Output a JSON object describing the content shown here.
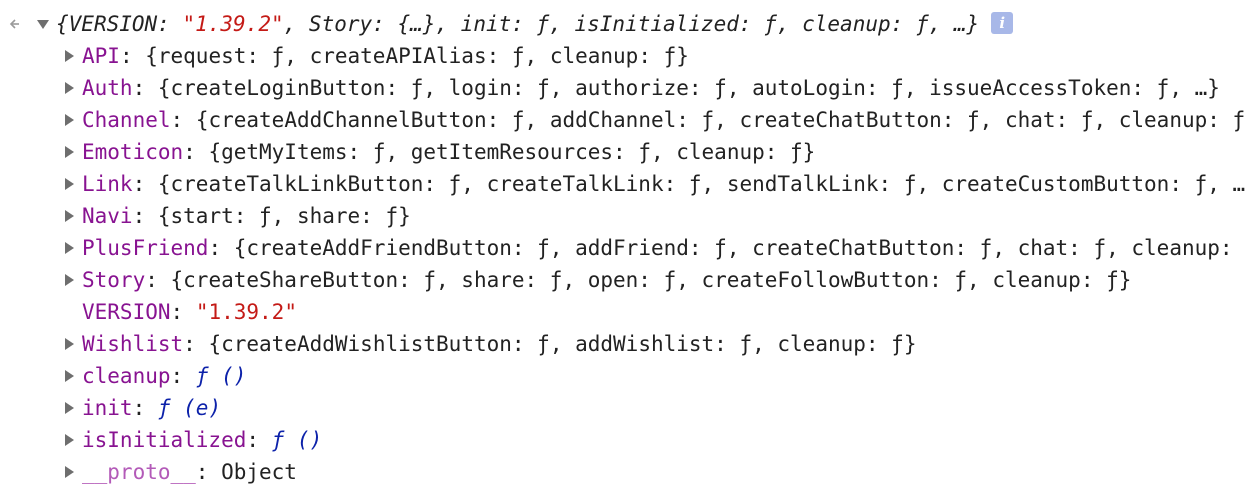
{
  "summary": {
    "open": "{",
    "k1": "VERSION",
    "v1": "\"1.39.2\"",
    "k2": "Story",
    "v2": "{…}",
    "k3": "init",
    "k4": "isInitialized",
    "k5": "cleanup",
    "close": ", …}",
    "f": "ƒ"
  },
  "properties": [
    {
      "key": "API",
      "value": "{request: ƒ, createAPIAlias: ƒ, cleanup: ƒ}"
    },
    {
      "key": "Auth",
      "value": "{createLoginButton: ƒ, login: ƒ, authorize: ƒ, autoLogin: ƒ, issueAccessToken: ƒ, …}"
    },
    {
      "key": "Channel",
      "value": "{createAddChannelButton: ƒ, addChannel: ƒ, createChatButton: ƒ, chat: ƒ, cleanup: ƒ}"
    },
    {
      "key": "Emoticon",
      "value": "{getMyItems: ƒ, getItemResources: ƒ, cleanup: ƒ}"
    },
    {
      "key": "Link",
      "value": "{createTalkLinkButton: ƒ, createTalkLink: ƒ, sendTalkLink: ƒ, createCustomButton: ƒ, …}"
    },
    {
      "key": "Navi",
      "value": "{start: ƒ, share: ƒ}"
    },
    {
      "key": "PlusFriend",
      "value": "{createAddFriendButton: ƒ, addFriend: ƒ, createChatButton: ƒ, chat: ƒ, cleanup: ƒ}"
    },
    {
      "key": "Story",
      "value": "{createShareButton: ƒ, share: ƒ, open: ƒ, createFollowButton: ƒ, cleanup: ƒ}"
    }
  ],
  "version_row": {
    "key": "VERSION",
    "value": "\"1.39.2\""
  },
  "wishlist": {
    "key": "Wishlist",
    "value": "{createAddWishlistButton: ƒ, addWishlist: ƒ, cleanup: ƒ}"
  },
  "functions": [
    {
      "key": "cleanup",
      "value": "ƒ ()"
    },
    {
      "key": "init",
      "value": "ƒ (e)"
    },
    {
      "key": "isInitialized",
      "value": "ƒ ()"
    }
  ],
  "proto": {
    "key": "__proto__",
    "value": "Object"
  },
  "info_icon": "i",
  "colors": {
    "key": "#881391",
    "string": "#c41a16",
    "function": "#0d22aa",
    "badge": "#a8b8e8"
  }
}
